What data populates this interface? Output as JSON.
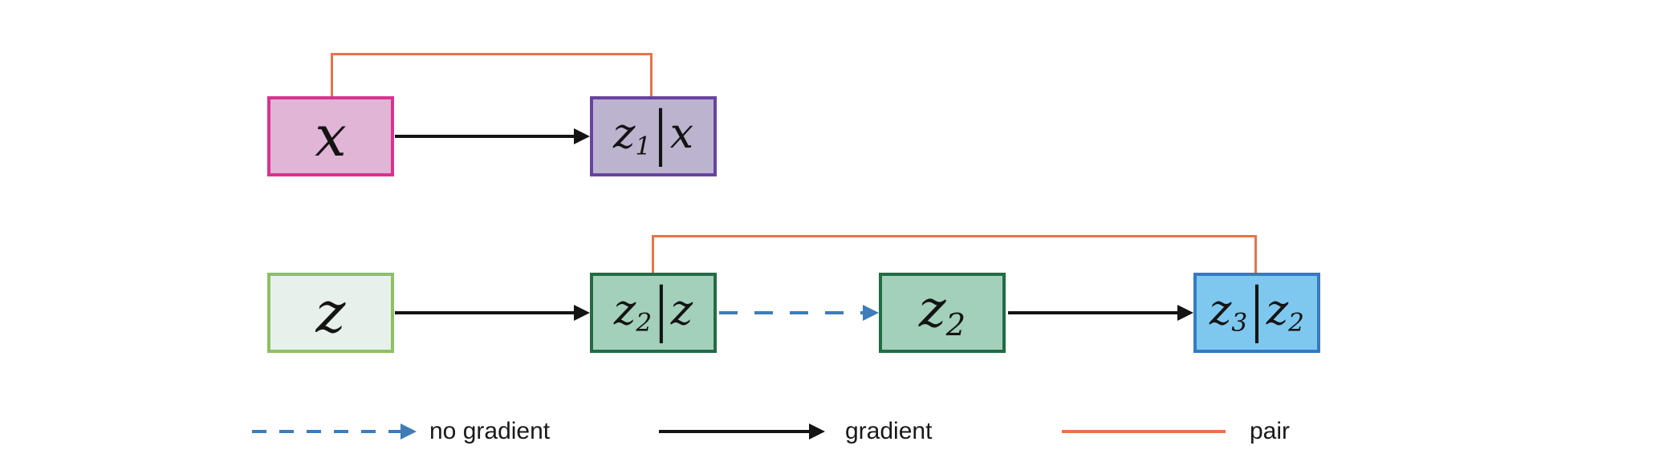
{
  "nodes": {
    "x": {
      "text": "x",
      "main": "x"
    },
    "z1x": {
      "text": "z₁|x",
      "base1": "z",
      "sub1": "1",
      "bar": "|",
      "base2": "x",
      "sub2": ""
    },
    "z": {
      "text": "z",
      "main": "z"
    },
    "z2z": {
      "text": "z₂|z",
      "base1": "z",
      "sub1": "2",
      "bar": "|",
      "base2": "z",
      "sub2": ""
    },
    "z2": {
      "text": "z₂",
      "base1": "z",
      "sub1": "2"
    },
    "z3z2": {
      "text": "z₃|z₂",
      "base1": "z",
      "sub1": "3",
      "bar": "|",
      "base2": "z",
      "sub2": "2"
    }
  },
  "edges": [
    {
      "from": "x",
      "to": "z1x",
      "type": "gradient"
    },
    {
      "from": "x",
      "to": "z1x",
      "type": "pair"
    },
    {
      "from": "z",
      "to": "z2z",
      "type": "gradient"
    },
    {
      "from": "z2z",
      "to": "z2",
      "type": "no_gradient"
    },
    {
      "from": "z2",
      "to": "z3z2",
      "type": "gradient"
    },
    {
      "from": "z2z",
      "to": "z3z2",
      "type": "pair"
    }
  ],
  "legend": {
    "no_gradient": "no gradient",
    "gradient": "gradient",
    "pair": "pair"
  },
  "colors": {
    "pair_line": "#e87349",
    "no_gradient_line": "#3f7cb8",
    "gradient_line": "#141414",
    "node_x": {
      "fill": "#e0b5d6",
      "border": "#d6348f"
    },
    "node_z1x": {
      "fill": "#bcb4ce",
      "border": "#6743a1"
    },
    "node_z": {
      "fill": "#e7f0ea",
      "border": "#8dc063"
    },
    "node_z2z": {
      "fill": "#a3d0bb",
      "border": "#236b45"
    },
    "node_z2": {
      "fill": "#a3d0bb",
      "border": "#236b45"
    },
    "node_z3z2": {
      "fill": "#7ec8ef",
      "border": "#3779c1"
    }
  }
}
